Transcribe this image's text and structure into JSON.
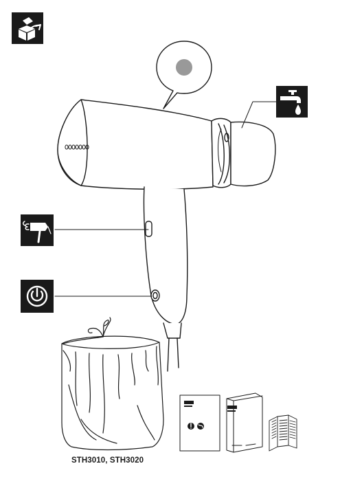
{
  "caption": {
    "model_numbers": "STH3010, STH3020"
  },
  "icons": {
    "unpack": "unpack-box-icon",
    "water_fill": "water-tap-drop-icon",
    "steam": "steam-trigger-icon",
    "power": "power-icon"
  },
  "colors": {
    "line": "#1a1a1a",
    "icon_bg": "#1a1a1a",
    "icon_fg": "#ffffff",
    "indicator": "#999999"
  },
  "callouts": {
    "tip_indicator": "indicator-light",
    "water_tank": "water-tank",
    "steam_trigger": "steam-trigger",
    "power_button": "power-button"
  },
  "accessories": [
    "storage-bag",
    "quick-start-guide",
    "user-manual",
    "warranty-leaflet"
  ]
}
